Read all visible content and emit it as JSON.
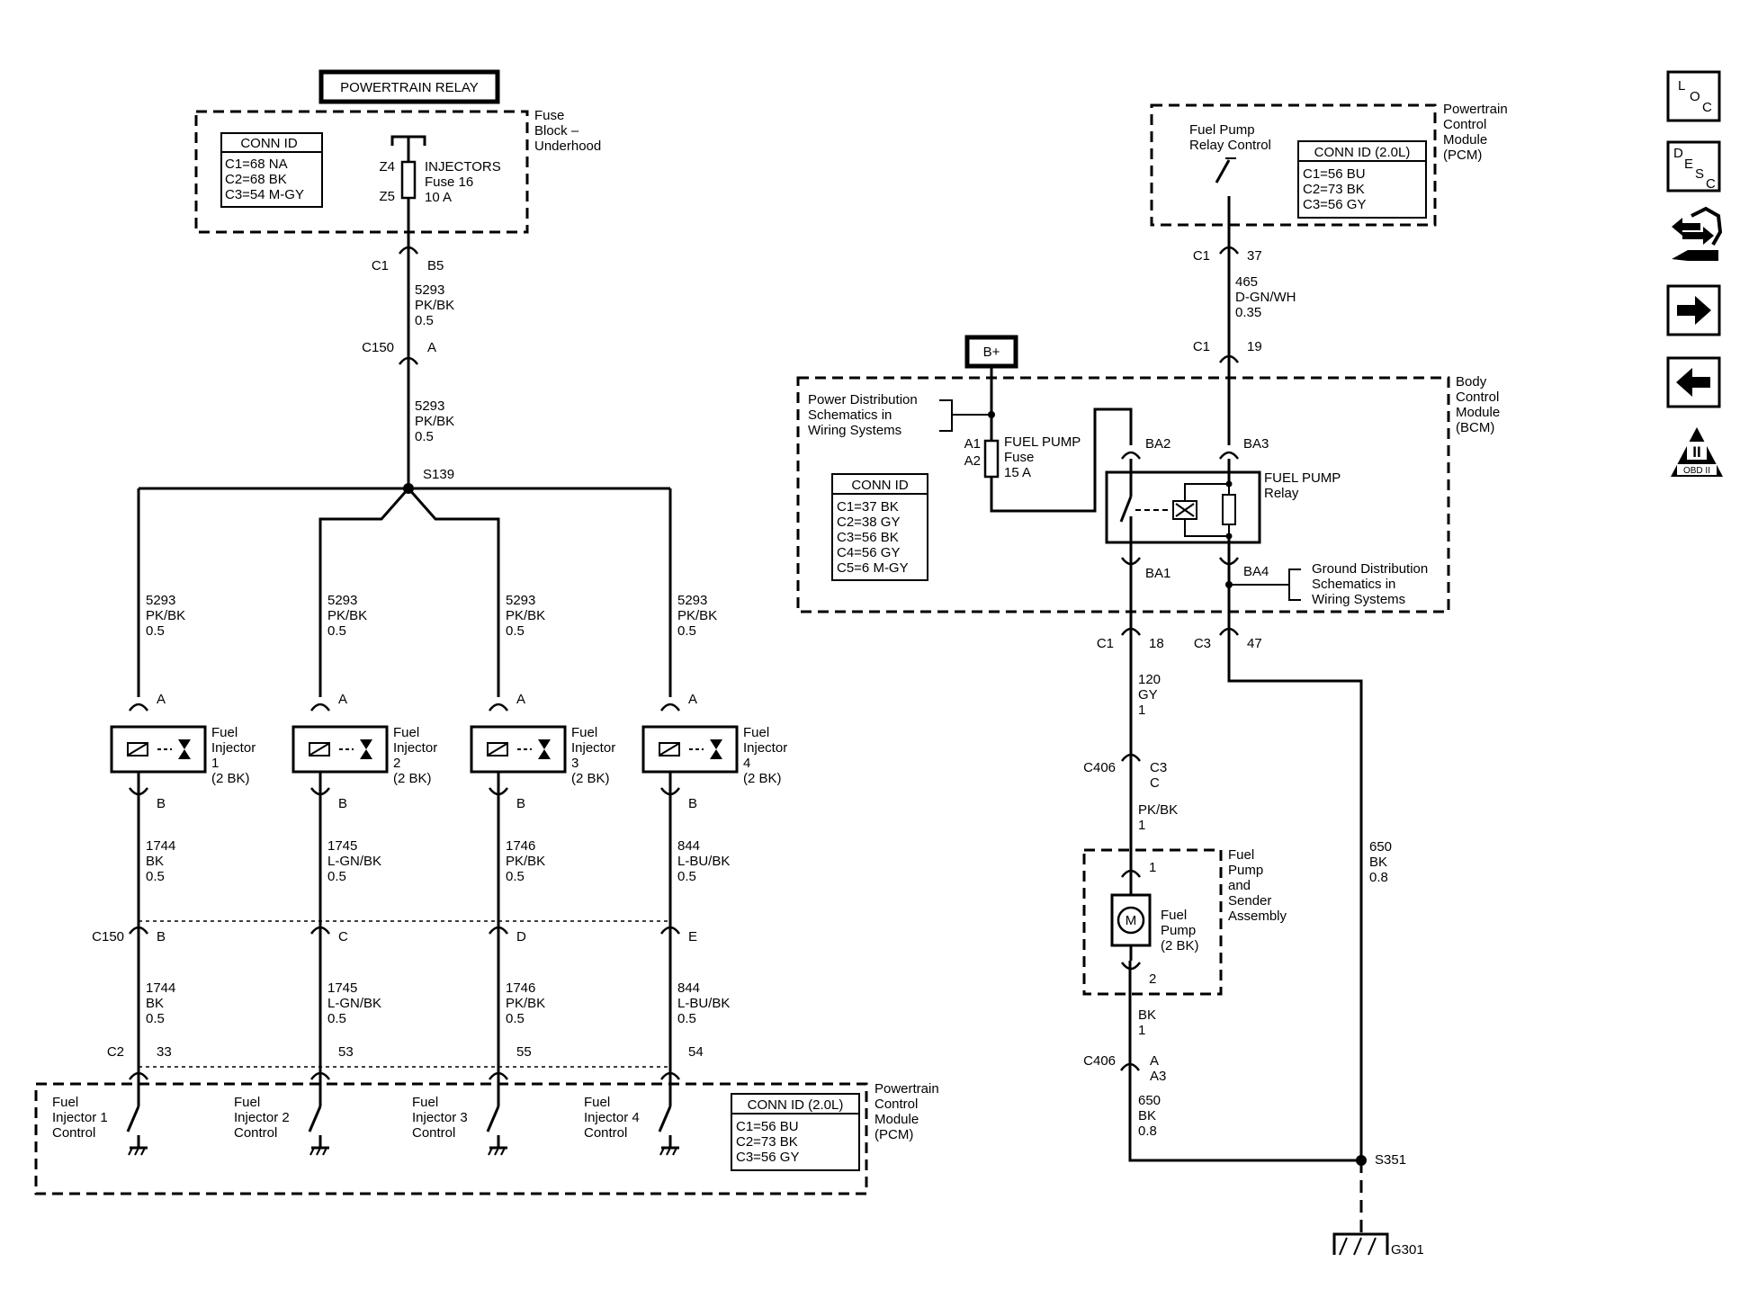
{
  "left": {
    "powertrain_relay": "POWERTRAIN RELAY",
    "fuse_block": [
      "Fuse",
      "Block –",
      "Underhood"
    ],
    "fuse_conn_title": "CONN ID",
    "fuse_conn_rows": [
      "C1=68 NA",
      "C2=68 BK",
      "C3=54 M-GY"
    ],
    "fuse_label": [
      "INJECTORS",
      "Fuse 16",
      "10 A"
    ],
    "fuse_z4": "Z4",
    "fuse_z5": "Z5",
    "feed_c1": "C1",
    "feed_b5": "B5",
    "wire_upper": [
      "5293",
      "PK/BK",
      "0.5"
    ],
    "c150_top": "C150",
    "c150_top_pin": "A",
    "wire_lower": [
      "5293",
      "PK/BK",
      "0.5"
    ],
    "splice": "S139",
    "c150_bottom": "C150",
    "c2": "C2",
    "pcm_label": [
      "Powertrain",
      "Control",
      "Module",
      "(PCM)"
    ],
    "pcm_conn_title": "CONN ID (2.0L)",
    "pcm_conn_rows": [
      "C1=56 BU",
      "C2=73 BK",
      "C3=56 GY"
    ],
    "injectors": [
      {
        "wire_a": [
          "5293",
          "PK/BK",
          "0.5"
        ],
        "pin_a": "A",
        "name": [
          "Fuel",
          "Injector",
          "1",
          "(2 BK)"
        ],
        "pin_b": "B",
        "wire_b": [
          "1744",
          "BK",
          "0.5"
        ],
        "c150_pin": "B",
        "wire_c": [
          "1744",
          "BK",
          "0.5"
        ],
        "pcm_pin": "33",
        "control": [
          "Fuel",
          "Injector 1",
          "Control"
        ]
      },
      {
        "wire_a": [
          "5293",
          "PK/BK",
          "0.5"
        ],
        "pin_a": "A",
        "name": [
          "Fuel",
          "Injector",
          "2",
          "(2 BK)"
        ],
        "pin_b": "B",
        "wire_b": [
          "1745",
          "L-GN/BK",
          "0.5"
        ],
        "c150_pin": "C",
        "wire_c": [
          "1745",
          "L-GN/BK",
          "0.5"
        ],
        "pcm_pin": "53",
        "control": [
          "Fuel",
          "Injector 2",
          "Control"
        ]
      },
      {
        "wire_a": [
          "5293",
          "PK/BK",
          "0.5"
        ],
        "pin_a": "A",
        "name": [
          "Fuel",
          "Injector",
          "3",
          "(2 BK)"
        ],
        "pin_b": "B",
        "wire_b": [
          "1746",
          "PK/BK",
          "0.5"
        ],
        "c150_pin": "D",
        "wire_c": [
          "1746",
          "PK/BK",
          "0.5"
        ],
        "pcm_pin": "55",
        "control": [
          "Fuel",
          "Injector 3",
          "Control"
        ]
      },
      {
        "wire_a": [
          "5293",
          "PK/BK",
          "0.5"
        ],
        "pin_a": "A",
        "name": [
          "Fuel",
          "Injector",
          "4",
          "(2 BK)"
        ],
        "pin_b": "B",
        "wire_b": [
          "844",
          "L-BU/BK",
          "0.5"
        ],
        "c150_pin": "E",
        "wire_c": [
          "844",
          "L-BU/BK",
          "0.5"
        ],
        "pcm_pin": "54",
        "control": [
          "Fuel",
          "Injector 4",
          "Control"
        ]
      }
    ]
  },
  "right": {
    "pcm_label": [
      "Powertrain",
      "Control",
      "Module",
      "(PCM)"
    ],
    "relay_control": [
      "Fuel Pump",
      "Relay Control"
    ],
    "pcm_conn_title": "CONN ID (2.0L)",
    "pcm_conn_rows": [
      "C1=56 BU",
      "C2=73 BK",
      "C3=56 GY"
    ],
    "pcm_c1": "C1",
    "pcm_c1_pin": "37",
    "wire_465": [
      "465",
      "D-GN/WH",
      "0.35"
    ],
    "bcm_c1": "C1",
    "bcm_c1_pin": "19",
    "bplus": "B+",
    "bcm_label": [
      "Body",
      "Control",
      "Module",
      "(BCM)"
    ],
    "power_dist": [
      "Power Distribution",
      "Schematics in",
      "Wiring Systems"
    ],
    "fuse_a1": "A1",
    "fuse_a2": "A2",
    "fuse_label": [
      "FUEL PUMP",
      "Fuse",
      "15 A"
    ],
    "bcm_conn_title": "CONN ID",
    "bcm_conn_rows": [
      "C1=37 BK",
      "C2=38 GY",
      "C3=56 BK",
      "C4=56 GY",
      "C5=6 M-GY"
    ],
    "ba2": "BA2",
    "ba3": "BA3",
    "relay_label": [
      "FUEL PUMP",
      "Relay"
    ],
    "ba1": "BA1",
    "ba4": "BA4",
    "ground_dist": [
      "Ground Distribution",
      "Schematics in",
      "Wiring Systems"
    ],
    "out_c1": "C1",
    "out_c1_pin": "18",
    "out_c3": "C3",
    "out_c3_pin": "47",
    "wire_120": [
      "120",
      "GY",
      "1"
    ],
    "c406_top": "C406",
    "c406_top_pins": [
      "C3",
      "C"
    ],
    "wire_pkbk": [
      "PK/BK",
      "1"
    ],
    "pump_assembly": [
      "Fuel",
      "Pump",
      "and",
      "Sender",
      "Assembly"
    ],
    "pump_pin1": "1",
    "pump_motor": "M",
    "pump_label": [
      "Fuel",
      "Pump",
      "(2 BK)"
    ],
    "pump_pin2": "2",
    "wire_bk": [
      "BK",
      "1"
    ],
    "c406_bottom": "C406",
    "c406_bottom_pins": [
      "A",
      "A3"
    ],
    "wire_650_left": [
      "650",
      "BK",
      "0.8"
    ],
    "wire_650_right": [
      "650",
      "BK",
      "0.8"
    ],
    "splice": "S351",
    "ground": "G301"
  },
  "nav": {
    "loc": [
      "L",
      "O",
      "C"
    ],
    "desc": [
      "D",
      "E",
      "S",
      "C"
    ],
    "obd": [
      "II",
      "OBD II"
    ]
  }
}
